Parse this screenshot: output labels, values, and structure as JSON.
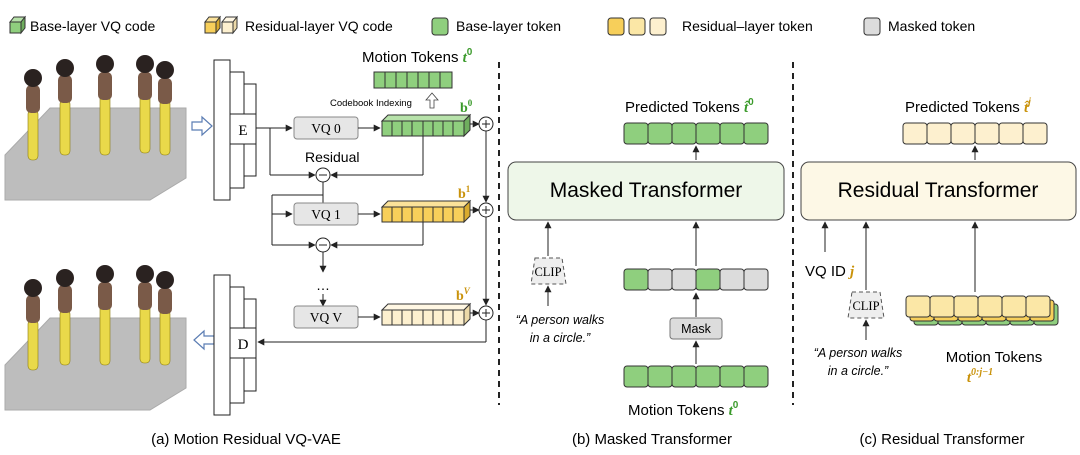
{
  "legend": {
    "base_vq": "Base-layer VQ code",
    "residual_vq": "Residual-layer VQ code",
    "base_token": "Base-layer token",
    "residual_token": "Residual–layer token",
    "masked_token": "Masked token"
  },
  "vae": {
    "encoder": "E",
    "decoder": "D",
    "vq0": "VQ 0",
    "vq1": "VQ 1",
    "vqv": "VQ V",
    "residual": "Residual",
    "codebook": "Codebook Indexing",
    "motion_tokens": "Motion Tokens",
    "motion_tokens_sym": "t",
    "motion_tokens_sup": "0",
    "b_sym": "b",
    "b0_sup": "0",
    "b1_sup": "1",
    "bv_sup": "V",
    "ellipsis": "…"
  },
  "masked": {
    "predicted": "Predicted Tokens",
    "predicted_sym": "t̂",
    "predicted_sup": "0",
    "transformer": "Masked Transformer",
    "clip": "CLIP",
    "prompt_line1": "“A person walks",
    "prompt_line2": "in a circle.”",
    "mask": "Mask",
    "motion_tokens": "Motion Tokens",
    "motion_sym": "t",
    "motion_sup": "0"
  },
  "residual": {
    "predicted": "Predicted Tokens",
    "predicted_sym": "t̂",
    "predicted_sup": "j",
    "transformer": "Residual Transformer",
    "vqid": "VQ ID",
    "vqid_sym": "j",
    "clip": "CLIP",
    "prompt_line1": "“A person walks",
    "prompt_line2": "in a circle.”",
    "motion_tokens": "Motion Tokens",
    "motion_sym": "t",
    "motion_sup": "0:j−1"
  },
  "captions": {
    "a": "(a) Motion Residual VQ-VAE",
    "b": "(b) Masked Transformer",
    "c": "(c) Residual Transformer"
  },
  "colors": {
    "green": "#8fcf7e",
    "green_dark": "#5a9a48",
    "yellow": "#f7cf5a",
    "yellow_light": "#fbe7a6",
    "cream": "#fdf0cf",
    "gray": "#dcdcdc",
    "accent_green": "#3a9a2a",
    "accent_gold": "#c9920a",
    "figure_yellow": "#e9d94a"
  }
}
